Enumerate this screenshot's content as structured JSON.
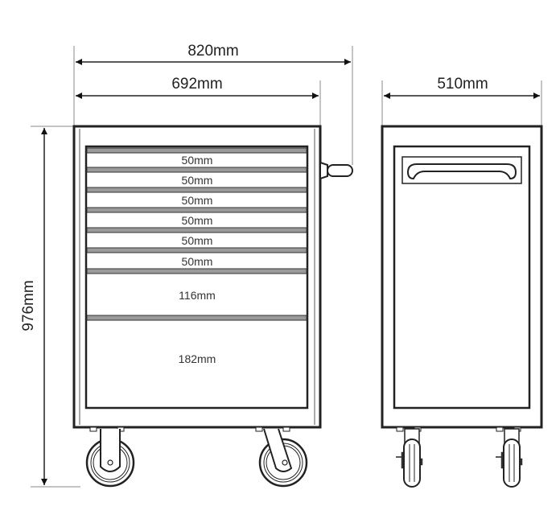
{
  "dimensions": {
    "total_width": "820mm",
    "body_width": "692mm",
    "depth": "510mm",
    "height": "976mm"
  },
  "drawers": [
    "50mm",
    "50mm",
    "50mm",
    "50mm",
    "50mm",
    "50mm",
    "116mm",
    "182mm"
  ],
  "colors": {
    "line": "#222222",
    "strip": "#9a9a9a",
    "background": "#ffffff"
  }
}
